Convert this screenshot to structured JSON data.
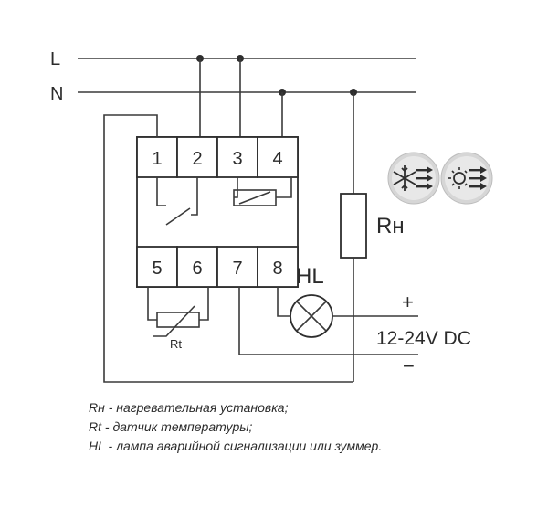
{
  "lines": {
    "L": "L",
    "N": "N"
  },
  "terminals_top": [
    "1",
    "2",
    "3",
    "4"
  ],
  "terminals_bottom": [
    "5",
    "6",
    "7",
    "8"
  ],
  "components": {
    "heater": "Rн",
    "sensor": "Rt",
    "lamp": "HL"
  },
  "supply": {
    "plus": "+",
    "voltage": "12-24V DC",
    "minus": "−"
  },
  "mode_icons": [
    "snowflake-arrows-icon",
    "sun-arrows-icon"
  ],
  "legend": [
    "Rн - нагревательная установка;",
    "Rt - датчик температуры;",
    "HL - лампа аварийной сигнализации или зуммер."
  ]
}
